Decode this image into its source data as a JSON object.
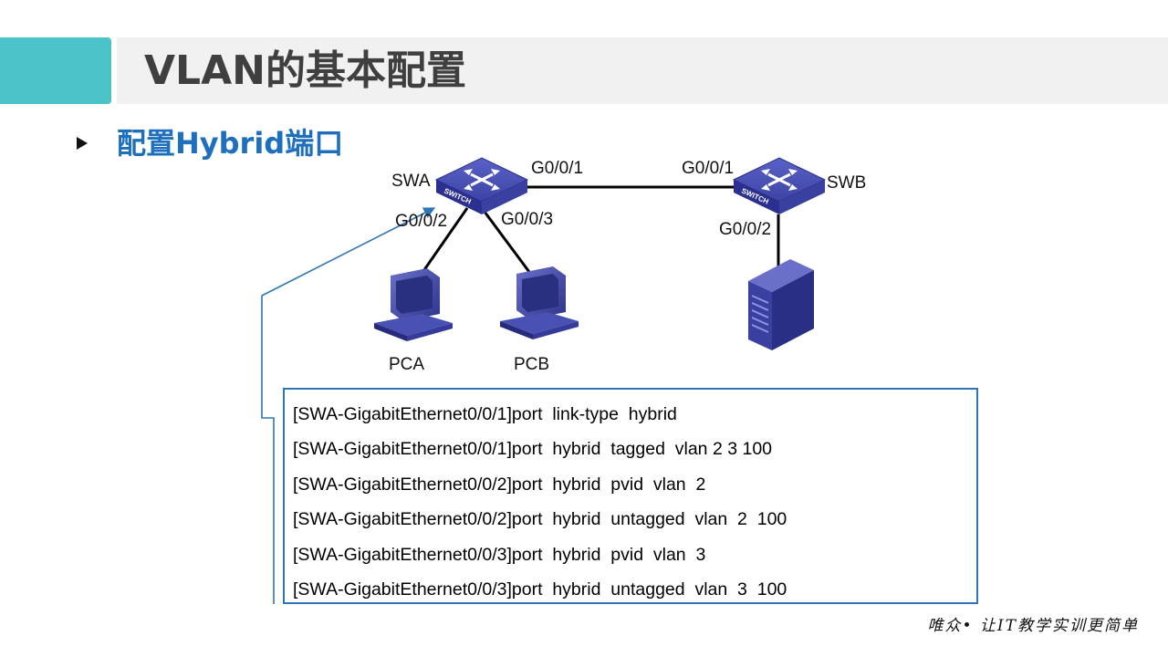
{
  "title": "VLAN的基本配置",
  "bullet": "配置Hybrid端口",
  "diagram": {
    "swa_label": "SWA",
    "swb_label": "SWB",
    "switch_badge": "SWITCH",
    "swa_uplink_port": "G0/0/1",
    "swb_uplink_port": "G0/0/1",
    "swa_pca_port": "G0/0/2",
    "swa_pcb_port": "G0/0/3",
    "swb_server_port": "G0/0/2",
    "pca_label": "PCA",
    "pcb_label": "PCB"
  },
  "code_lines": [
    "[SWA-GigabitEthernet0/0/1]port  link-type  hybrid",
    "[SWA-GigabitEthernet0/0/1]port  hybrid  tagged  vlan 2 3 100",
    "[SWA-GigabitEthernet0/0/2]port  hybrid  pvid  vlan  2",
    "[SWA-GigabitEthernet0/0/2]port  hybrid  untagged  vlan  2  100",
    "[SWA-GigabitEthernet0/0/3]port  hybrid  pvid  vlan  3",
    "[SWA-GigabitEthernet0/0/3]port  hybrid  untagged  vlan  3  100"
  ],
  "footer": "唯众• 让IT教学实训更简单",
  "colors": {
    "accent": "#4bc3c8",
    "bullet": "#1f6fbf",
    "box_border": "#2e75b6",
    "device": "#3a3f9a"
  }
}
